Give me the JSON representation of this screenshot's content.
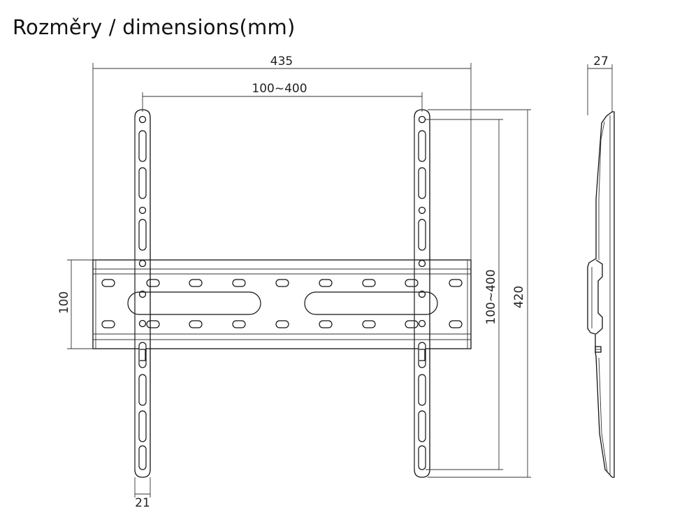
{
  "title": "Rozměry / dimensions(mm)",
  "dimensions": {
    "overall_width": "435",
    "vesa_horizontal": "100~400",
    "rail_height": "100",
    "vesa_vertical": "100~400",
    "overall_height": "420",
    "arm_width": "21",
    "depth": "27"
  },
  "colors": {
    "line": "#111111",
    "background": "#ffffff"
  }
}
